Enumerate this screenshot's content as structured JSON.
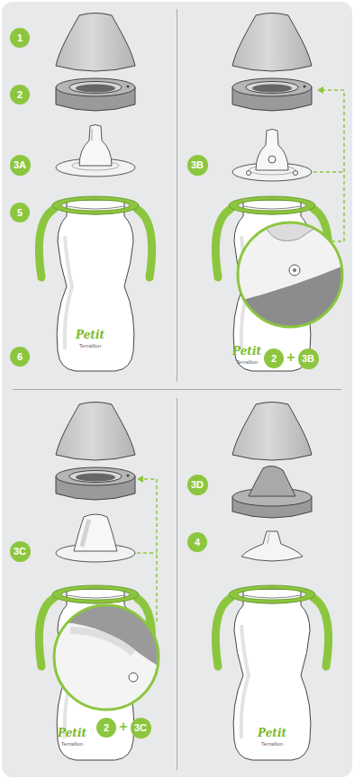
{
  "diagram": {
    "nodes": [
      {
        "text": [
          "1"
        ]
      },
      {
        "text": [
          "2"
        ]
      },
      {
        "text": [
          "3A"
        ]
      },
      {
        "text": [
          "5"
        ]
      },
      {
        "text": [
          "6"
        ]
      },
      {
        "text": [
          "3B"
        ]
      },
      {
        "text": [
          "2"
        ]
      },
      {
        "text": [
          "3B"
        ]
      },
      {
        "text": [
          "3C"
        ]
      },
      {
        "text": [
          "2"
        ]
      },
      {
        "text": [
          "3C"
        ]
      },
      {
        "text": [
          "3D"
        ]
      },
      {
        "text": [
          "4"
        ]
      }
    ],
    "labels": [
      "Petit",
      "Terraillon",
      "Petit",
      "Terraillon",
      "+",
      "Petit",
      "Terraillon",
      "+",
      "Petit",
      "Terraillon"
    ]
  }
}
